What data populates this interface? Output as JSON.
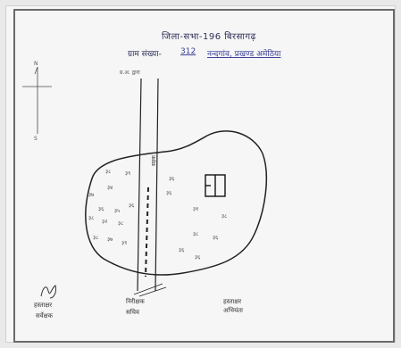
{
  "document": {
    "title": "जिला-सभा-196 बिरसागढ़",
    "village_label": "ग्राम संख्या-",
    "village_number": "312",
    "village_name": "नन्दगांव, प्रखण्ड अमेठिया",
    "note": "प्र.अ. द्वारा",
    "road_label": "सड़क",
    "signatures": [
      {
        "line1": "हस्ताक्षर",
        "line2": "सर्वेक्षक"
      },
      {
        "line1": "निरीक्षक",
        "line2": "सचिव"
      },
      {
        "line1": "हस्ताक्षर",
        "line2": "अभियंता"
      }
    ]
  },
  "plots": [
    {
      "id": "a",
      "label": "३८"
    },
    {
      "id": "b",
      "label": "३९"
    },
    {
      "id": "c",
      "label": "३४"
    },
    {
      "id": "d",
      "label": "३७"
    },
    {
      "id": "e",
      "label": "३६"
    },
    {
      "id": "f",
      "label": "३५"
    },
    {
      "id": "g",
      "label": "३६"
    },
    {
      "id": "h",
      "label": "३८"
    },
    {
      "id": "i",
      "label": "३२"
    },
    {
      "id": "j",
      "label": "३८"
    },
    {
      "id": "k",
      "label": "३८"
    },
    {
      "id": "l",
      "label": "३७"
    },
    {
      "id": "m",
      "label": "३९"
    },
    {
      "id": "n",
      "label": "३६"
    },
    {
      "id": "o",
      "label": "३६"
    },
    {
      "id": "p",
      "label": "३१"
    },
    {
      "id": "q",
      "label": "३८"
    },
    {
      "id": "r",
      "label": "३८"
    },
    {
      "id": "s",
      "label": "३६"
    },
    {
      "id": "t",
      "label": "३६"
    },
    {
      "id": "u",
      "label": "३६"
    }
  ]
}
